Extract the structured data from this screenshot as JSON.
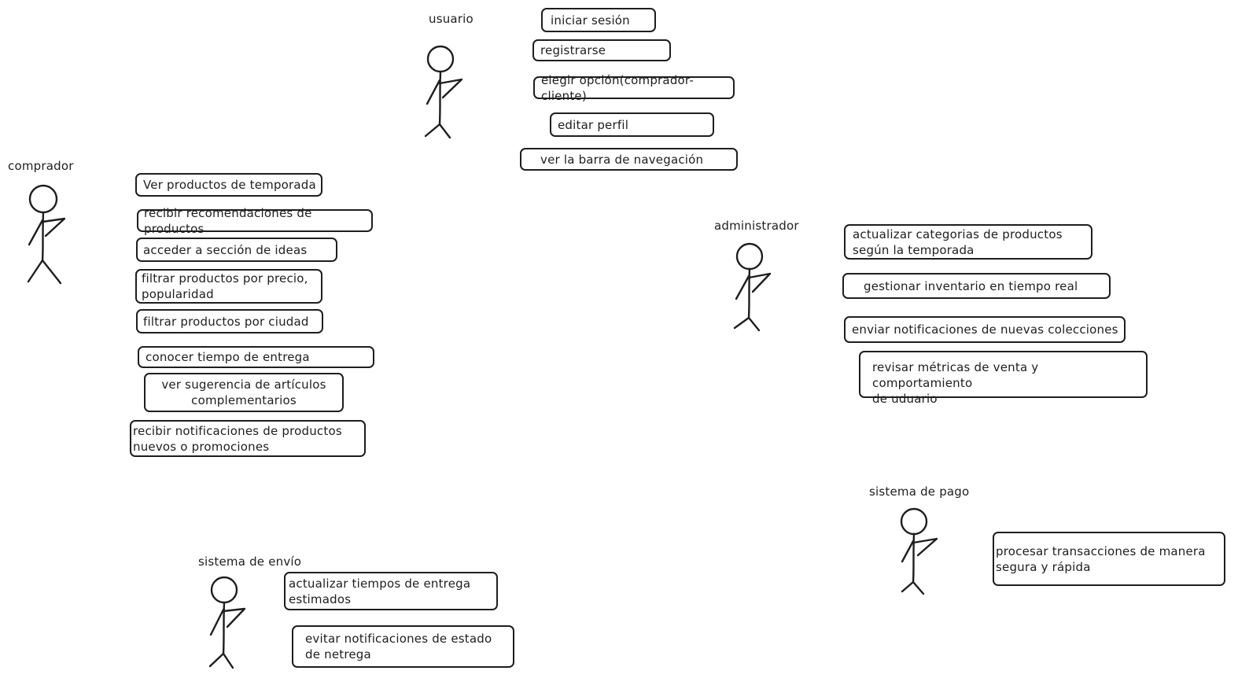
{
  "actors": {
    "usuario": {
      "label": "usuario",
      "use_cases": [
        "iniciar sesión",
        "registrarse",
        "elegir opción(comprador-cliente)",
        "editar perfil",
        "ver la barra de navegación"
      ]
    },
    "comprador": {
      "label": "comprador",
      "use_cases": [
        "Ver productos de temporada",
        "recibir recomendaciones de productos",
        "acceder a sección de ideas",
        "filtrar productos por precio,\npopularidad",
        "filtrar productos por ciudad",
        "conocer tiempo de entrega",
        "ver sugerencia de artículos\ncomplementarios",
        "recibir notificaciones de productos\nnuevos o promociones"
      ]
    },
    "administrador": {
      "label": "administrador",
      "use_cases": [
        "actualizar categorias de productos\nsegún la temporada",
        "gestionar inventario en tiempo real",
        "enviar notificaciones de nuevas colecciones",
        "revisar métricas de venta y comportamiento\nde uduario"
      ]
    },
    "sistema_envio": {
      "label": "sistema de envío",
      "use_cases": [
        "actualizar tiempos de entrega\nestimados",
        "evitar notificaciones de estado\nde netrega"
      ]
    },
    "sistema_pago": {
      "label": "sistema de pago",
      "use_cases": [
        "procesar transacciones de manera\nsegura y rápida"
      ]
    }
  }
}
